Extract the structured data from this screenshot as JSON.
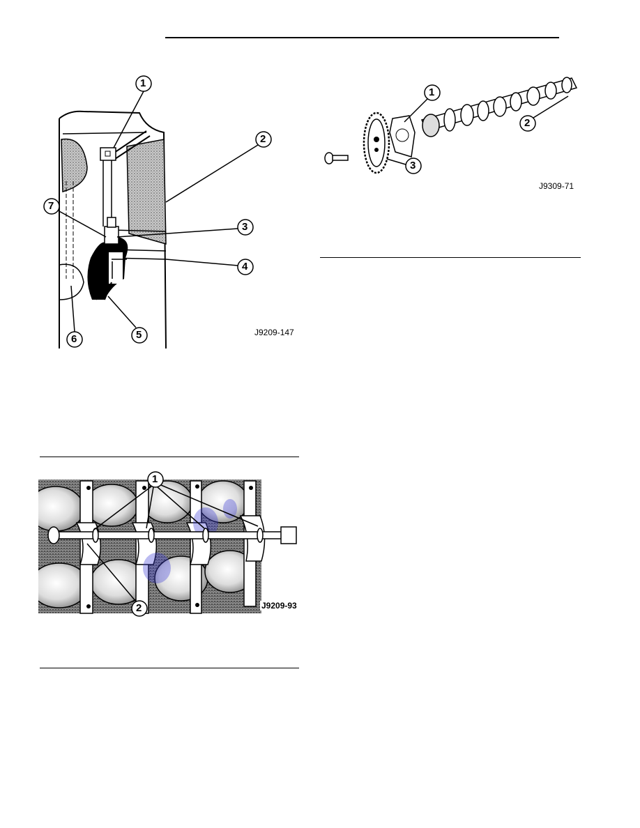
{
  "figures": {
    "oil_passage": {
      "id": "J9209-147",
      "callouts": [
        "1",
        "2",
        "3",
        "4",
        "5",
        "6",
        "7"
      ]
    },
    "camshaft": {
      "id": "J9309-71",
      "callouts": [
        "1",
        "2",
        "3"
      ]
    },
    "bearing_tool": {
      "id": "J9209-93",
      "callouts": [
        "1",
        "2"
      ]
    }
  }
}
